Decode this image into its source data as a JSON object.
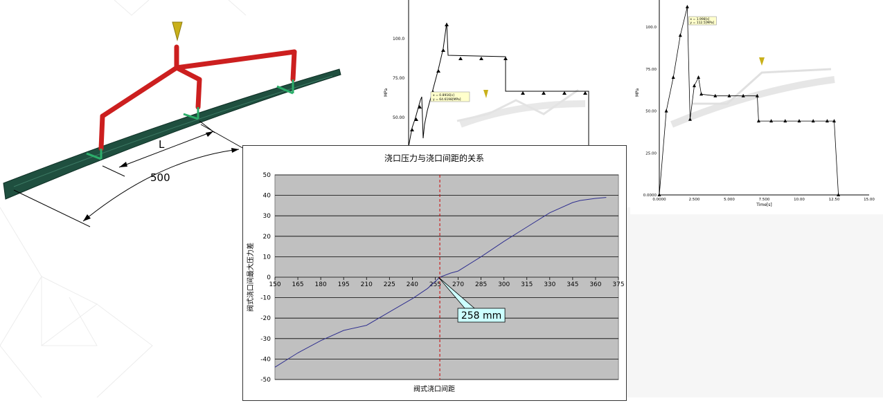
{
  "illustration": {
    "dimension_short": "L",
    "dimension_long": "500"
  },
  "chart_data": [
    {
      "type": "line",
      "title": "浇口压力与浇口间距的关系",
      "xlabel": "阀式浇口间距",
      "ylabel": "阀式浇口间最大压力差",
      "xlim": [
        150,
        375
      ],
      "ylim": [
        -50,
        50
      ],
      "x_ticks": [
        "150",
        "165",
        "180",
        "195",
        "210",
        "225",
        "240",
        "255",
        "270",
        "285",
        "300",
        "315",
        "330",
        "345",
        "360",
        "375"
      ],
      "y_ticks": [
        "50",
        "40",
        "30",
        "20",
        "10",
        "0",
        "-10",
        "-20",
        "-30",
        "-40",
        "-50"
      ],
      "grid": true,
      "series": [
        {
          "x": [
            150,
            165,
            180,
            195,
            210,
            225,
            240,
            250,
            258,
            265,
            270,
            285,
            300,
            315,
            330,
            345,
            350,
            360,
            367
          ],
          "y": [
            -44,
            -37,
            -31,
            -26,
            -23.5,
            -17,
            -10.5,
            -5.5,
            0,
            2,
            3,
            10,
            17.5,
            24.5,
            31.5,
            36.5,
            37.5,
            38.5,
            39
          ]
        }
      ],
      "marker_x": 258,
      "annotation": "258 mm",
      "colors": {
        "plot_bg": "#c0c0c0",
        "line": "#2f2f8f",
        "marker": "#cc0000"
      }
    },
    {
      "type": "line",
      "ylabel": "MPa",
      "x": [
        0,
        0.3,
        0.6,
        0.9,
        1.1,
        1.5,
        1.7,
        2.0,
        2.4,
        2.8,
        3.2
      ],
      "y": [
        0,
        40,
        50,
        60,
        64.6,
        50,
        0,
        50,
        100,
        108,
        88
      ],
      "y_ticks": [
        "100.0",
        "75.00",
        "50.00"
      ],
      "callout": [
        "x = 0.8916[s]",
        "y = 64.6198[MPa]"
      ]
    },
    {
      "type": "line",
      "ylabel": "MPa",
      "xlabel": "Time[s]",
      "x": [
        0,
        0.5,
        1.0,
        1.5,
        2.0,
        2.2,
        2.5,
        2.8,
        3.0,
        4.0,
        5.0,
        6.0,
        7.0,
        7.1,
        8.0,
        9.0,
        10.0,
        11.0,
        12.0,
        12.5,
        12.8
      ],
      "y": [
        0,
        50,
        70,
        95,
        112,
        45,
        65,
        70,
        60,
        59,
        59,
        59,
        59,
        44,
        44,
        44,
        44,
        44,
        44,
        44,
        0
      ],
      "xlim": [
        0,
        15
      ],
      "ylim": [
        0,
        112
      ],
      "x_ticks": [
        "0.0000",
        "2.500",
        "5.000",
        "7.500",
        "10.00",
        "12.50",
        "15.00"
      ],
      "y_ticks": [
        "100.0",
        "75.00",
        "50.00",
        "25.00",
        "0.0000"
      ],
      "callout": [
        "x = 1.998[s]",
        "y = 112.5[MPa]"
      ]
    }
  ]
}
